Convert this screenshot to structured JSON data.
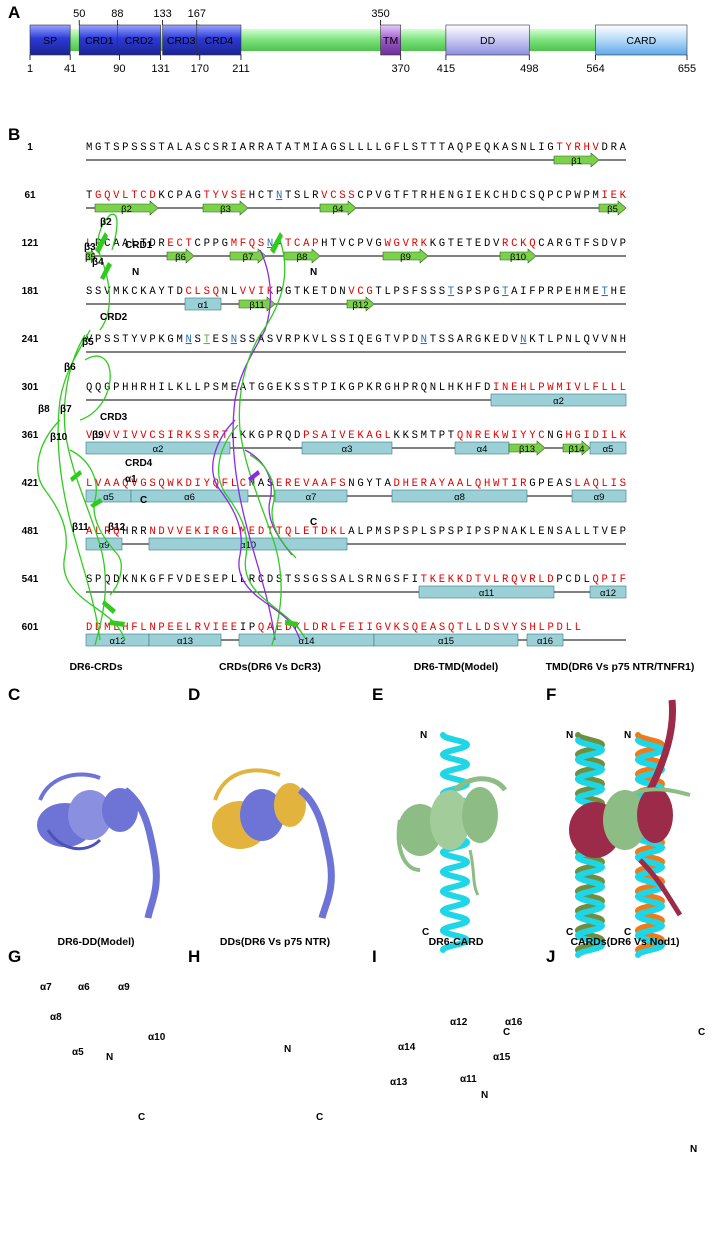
{
  "panels": {
    "a": "A",
    "b": "B",
    "c": "C",
    "d": "D",
    "e": "E",
    "f": "F",
    "g": "G",
    "h": "H",
    "i": "I",
    "j": "J"
  },
  "domain_map": {
    "length": 655,
    "domains": [
      {
        "label": "SP",
        "start": 1,
        "end": 41,
        "color": "#2b3ad8"
      },
      {
        "label": "CRD1",
        "start": 50,
        "end": 90,
        "color": "#2b3ad8"
      },
      {
        "label": "CRD2",
        "start": 88,
        "end": 131,
        "color": "#2b3ad8"
      },
      {
        "label": "CRD3",
        "start": 133,
        "end": 170,
        "color": "#2b3ad8"
      },
      {
        "label": "CRD4",
        "start": 167,
        "end": 211,
        "color": "#2b3ad8"
      },
      {
        "label": "TM",
        "start": 350,
        "end": 370,
        "color": "#9b59c7"
      },
      {
        "label": "DD",
        "start": 415,
        "end": 498,
        "color": "#9c9de8"
      },
      {
        "label": "CARD",
        "start": 564,
        "end": 655,
        "color": "#5da8ea"
      }
    ],
    "ticks_top": [
      "50",
      "88",
      "133",
      "167",
      "350"
    ],
    "ticks_bottom": [
      "1",
      "41",
      "90",
      "131",
      "170",
      "211",
      "370",
      "415",
      "498",
      "564",
      "655"
    ],
    "linker_color": "#7be27b"
  },
  "sequence": {
    "rows": [
      {
        "num": "1",
        "segments": [
          {
            "t": "MGTSPSSSTALASCSRIARRATATMIAGSLLLLGFLSTTTAQPEQKASNLIG",
            "c": ""
          },
          {
            "t": "TYRHV",
            "c": "hl"
          },
          {
            "t": "DRA",
            "c": ""
          }
        ],
        "ss": [
          {
            "type": "beta",
            "label": "β1",
            "from": 52,
            "len": 5
          }
        ]
      },
      {
        "num": "61",
        "segments": [
          {
            "t": "T",
            "c": ""
          },
          {
            "t": "GQVLTCD",
            "c": "hl"
          },
          {
            "t": "KCPAG",
            "c": ""
          },
          {
            "t": "TYVSE",
            "c": "hl"
          },
          {
            "t": "HCT",
            "c": ""
          },
          {
            "t": "N",
            "c": "gly"
          },
          {
            "t": "TSLR",
            "c": ""
          },
          {
            "t": "VCSS",
            "c": "hl"
          },
          {
            "t": "CPVGTFTRHENGIEKCHDCSQPCPWPM",
            "c": ""
          },
          {
            "t": "IEK",
            "c": "hl"
          }
        ],
        "ss": [
          {
            "type": "beta",
            "label": "β2",
            "from": 1,
            "len": 7
          },
          {
            "type": "beta",
            "label": "β3",
            "from": 13,
            "len": 5
          },
          {
            "type": "beta",
            "label": "β4",
            "from": 26,
            "len": 4
          },
          {
            "type": "beta",
            "label": "β5",
            "from": 57,
            "len": 3
          }
        ]
      },
      {
        "num": "121",
        "segments": [
          {
            "t": "L",
            "c": "hl"
          },
          {
            "t": "PCAALTDR",
            "c": ""
          },
          {
            "t": "ECT",
            "c": "hl"
          },
          {
            "t": "CPPG",
            "c": ""
          },
          {
            "t": "MFQS",
            "c": "hl"
          },
          {
            "t": "N",
            "c": "gly"
          },
          {
            "t": "A",
            "c": ""
          },
          {
            "t": "TCAP",
            "c": "hl"
          },
          {
            "t": "HTVCPVG",
            "c": ""
          },
          {
            "t": "WGVRK",
            "c": "hl"
          },
          {
            "t": "KGTETEDV",
            "c": ""
          },
          {
            "t": "RCKQ",
            "c": "hl"
          },
          {
            "t": "CARGTFSDVP",
            "c": ""
          }
        ],
        "ss": [
          {
            "type": "beta",
            "label": "β5",
            "from": 0,
            "len": 1
          },
          {
            "type": "beta",
            "label": "β6",
            "from": 9,
            "len": 3
          },
          {
            "type": "beta",
            "label": "β7",
            "from": 16,
            "len": 4
          },
          {
            "type": "beta",
            "label": "β8",
            "from": 22,
            "len": 4
          },
          {
            "type": "beta",
            "label": "β9",
            "from": 33,
            "len": 5
          },
          {
            "type": "beta",
            "label": "β10",
            "from": 46,
            "len": 4
          }
        ]
      },
      {
        "num": "181",
        "segments": [
          {
            "t": "SSVMKCKAYTD",
            "c": ""
          },
          {
            "t": "CLSQ",
            "c": "hl"
          },
          {
            "t": "NL",
            "c": ""
          },
          {
            "t": "VVIK",
            "c": "hl"
          },
          {
            "t": "PGTKETDN",
            "c": ""
          },
          {
            "t": "VCG",
            "c": "hl"
          },
          {
            "t": "TLPSFSSS",
            "c": ""
          },
          {
            "t": "T",
            "c": "gly"
          },
          {
            "t": "SPSPG",
            "c": ""
          },
          {
            "t": "T",
            "c": "gly"
          },
          {
            "t": "AIFPRPEHME",
            "c": ""
          },
          {
            "t": "T",
            "c": "gly"
          },
          {
            "t": "HE",
            "c": ""
          }
        ],
        "ss": [
          {
            "type": "alpha",
            "label": "α1",
            "from": 11,
            "len": 4
          },
          {
            "type": "beta",
            "label": "β11",
            "from": 17,
            "len": 4
          },
          {
            "type": "beta",
            "label": "β12",
            "from": 29,
            "len": 3
          }
        ]
      },
      {
        "num": "241",
        "segments": [
          {
            "t": "VPSSTYVPKGM",
            "c": ""
          },
          {
            "t": "N",
            "c": "gly"
          },
          {
            "t": "S",
            "c": ""
          },
          {
            "t": "T",
            "c": "gly2"
          },
          {
            "t": "ES",
            "c": ""
          },
          {
            "t": "N",
            "c": "gly"
          },
          {
            "t": "SSASVRPKVLSSIQEGTVPD",
            "c": ""
          },
          {
            "t": "N",
            "c": "gly"
          },
          {
            "t": "TSSARGKEDV",
            "c": ""
          },
          {
            "t": "N",
            "c": "gly"
          },
          {
            "t": "KTLPNLQVVNH",
            "c": ""
          }
        ],
        "ss": []
      },
      {
        "num": "301",
        "segments": [
          {
            "t": "QQGPHHRHILKLLPSMEATGGEKSSTPIKGPKRGHPRQNLHKHFD",
            "c": ""
          },
          {
            "t": "INEHLPWMIVLFLLL",
            "c": "hl"
          }
        ],
        "ss": [
          {
            "type": "alpha",
            "label": "α2",
            "from": 45,
            "len": 15
          }
        ]
      },
      {
        "num": "361",
        "segments": [
          {
            "t": "VLVVIVVCSIRKSSRT",
            "c": "hl"
          },
          {
            "t": "LKKGPRQD",
            "c": ""
          },
          {
            "t": "PSAIVEKAGL",
            "c": "hl"
          },
          {
            "t": "KKSMTPT",
            "c": ""
          },
          {
            "t": "QNREKWIYYC",
            "c": "hl"
          },
          {
            "t": "NG",
            "c": ""
          },
          {
            "t": "HGIDILK",
            "c": "hl"
          }
        ],
        "ss": [
          {
            "type": "alpha",
            "label": "α2",
            "from": 0,
            "len": 16
          },
          {
            "type": "alpha",
            "label": "α3",
            "from": 24,
            "len": 10
          },
          {
            "type": "alpha",
            "label": "α4",
            "from": 41,
            "len": 6
          },
          {
            "type": "beta",
            "label": "β13",
            "from": 47,
            "len": 4
          },
          {
            "type": "beta",
            "label": "β14",
            "from": 53,
            "len": 3
          },
          {
            "type": "alpha",
            "label": "α5",
            "from": 56,
            "len": 4
          }
        ]
      },
      {
        "num": "421",
        "segments": [
          {
            "t": "LVAAQVGSQWKDIYQFLC",
            "c": "hl"
          },
          {
            "t": "NAS",
            "c": ""
          },
          {
            "t": "EREVAAFS",
            "c": "hl"
          },
          {
            "t": "NGYTA",
            "c": ""
          },
          {
            "t": "DHERAYAALQHWTIR",
            "c": "hl"
          },
          {
            "t": "GPEAS",
            "c": ""
          },
          {
            "t": "LAQLIS",
            "c": "hl"
          }
        ],
        "ss": [
          {
            "type": "alpha",
            "label": "α5",
            "from": 0,
            "len": 5
          },
          {
            "type": "alpha",
            "label": "α6",
            "from": 5,
            "len": 13
          },
          {
            "type": "alpha",
            "label": "α7",
            "from": 21,
            "len": 8
          },
          {
            "type": "alpha",
            "label": "α8",
            "from": 34,
            "len": 15
          },
          {
            "type": "alpha",
            "label": "α9",
            "from": 54,
            "len": 6
          }
        ]
      },
      {
        "num": "481",
        "segments": [
          {
            "t": "ALRQ",
            "c": "hl"
          },
          {
            "t": "HRR",
            "c": ""
          },
          {
            "t": "NDVVEKIRGLMEDTTQLETDKL",
            "c": "hl"
          },
          {
            "t": "ALPMSPSPLSPSPIPSPNAKLENSALLTVEP",
            "c": ""
          }
        ],
        "ss": [
          {
            "type": "alpha",
            "label": "α9",
            "from": 0,
            "len": 4
          },
          {
            "type": "alpha",
            "label": "α10",
            "from": 7,
            "len": 22
          }
        ]
      },
      {
        "num": "541",
        "segments": [
          {
            "t": "SPQDKNKGFFVDESEPLLRCDSTSSGSSALSRNGSFI",
            "c": ""
          },
          {
            "t": "TKEKKDTVLRQVRLD",
            "c": "hl"
          },
          {
            "t": "PCDL",
            "c": ""
          },
          {
            "t": "QPIF",
            "c": "hl"
          }
        ],
        "ss": [
          {
            "type": "alpha",
            "label": "α11",
            "from": 37,
            "len": 15
          },
          {
            "type": "alpha",
            "label": "α12",
            "from": 56,
            "len": 4
          }
        ]
      },
      {
        "num": "601",
        "segments": [
          {
            "t": "DDMLHFLNPEELRVIEE",
            "c": "hl"
          },
          {
            "t": "IP",
            "c": ""
          },
          {
            "t": "QAEDKLDRLFEIIGVKSQEASQTLLDSVYSHLPDLL",
            "c": "hl"
          }
        ],
        "ss": [
          {
            "type": "alpha",
            "label": "α12",
            "from": 0,
            "len": 7
          },
          {
            "type": "alpha",
            "label": "α13",
            "from": 7,
            "len": 8
          },
          {
            "type": "alpha",
            "label": "α14",
            "from": 17,
            "len": 15
          },
          {
            "type": "alpha",
            "label": "α15",
            "from": 32,
            "len": 16
          },
          {
            "type": "alpha",
            "label": "α16",
            "from": 49,
            "len": 4
          }
        ]
      }
    ]
  },
  "structures": {
    "c": {
      "caption": "DR6-CRDs",
      "labels": [
        "β2",
        "β3",
        "β4",
        "CRD1",
        "N",
        "CRD2",
        "β5",
        "β6",
        "β8",
        "β7",
        "CRD3",
        "β10",
        "β9",
        "CRD4",
        "α1",
        "C",
        "β11",
        "β12"
      ]
    },
    "d": {
      "caption": "CRDs(DR6 Vs DcR3)",
      "labels": [
        "N",
        "C"
      ]
    },
    "e": {
      "caption": "DR6-TMD(Model)",
      "labels": [
        "N",
        "C"
      ]
    },
    "f": {
      "caption": "TMD(DR6 Vs p75 NTR/TNFR1)",
      "labels": [
        "N",
        "C",
        "N",
        "C"
      ]
    },
    "g": {
      "caption": "DR6-DD(Model)",
      "labels": [
        "α7",
        "α6",
        "α9",
        "α8",
        "α5",
        "N",
        "α10",
        "C"
      ]
    },
    "h": {
      "caption": "DDs(DR6 Vs p75 NTR)",
      "labels": [
        "N",
        "C"
      ]
    },
    "i": {
      "caption": "DR6-CARD",
      "labels": [
        "α16",
        "α12",
        "C",
        "α14",
        "α15",
        "α11",
        "α13",
        "N"
      ]
    },
    "j": {
      "caption": "CARDs(DR6 Vs Nod1)",
      "labels": [
        "C",
        "N"
      ]
    }
  },
  "colors": {
    "beta_arrow": "#7bd14a",
    "alpha_box": "#9ad0d6",
    "highlight": "#e00000",
    "glyco": "#2e6db4",
    "crd_green": "#2fcc1e",
    "crd_purple": "#8a2be2",
    "tm_cyan": "#1ed6e6",
    "tm_olive": "#6f8f3f",
    "tm_orange": "#ee7a1a",
    "dd_blue": "#6d74d6",
    "dd_yellow": "#e2b43d",
    "card_green": "#8dbc85",
    "card_red": "#9b2b48"
  }
}
